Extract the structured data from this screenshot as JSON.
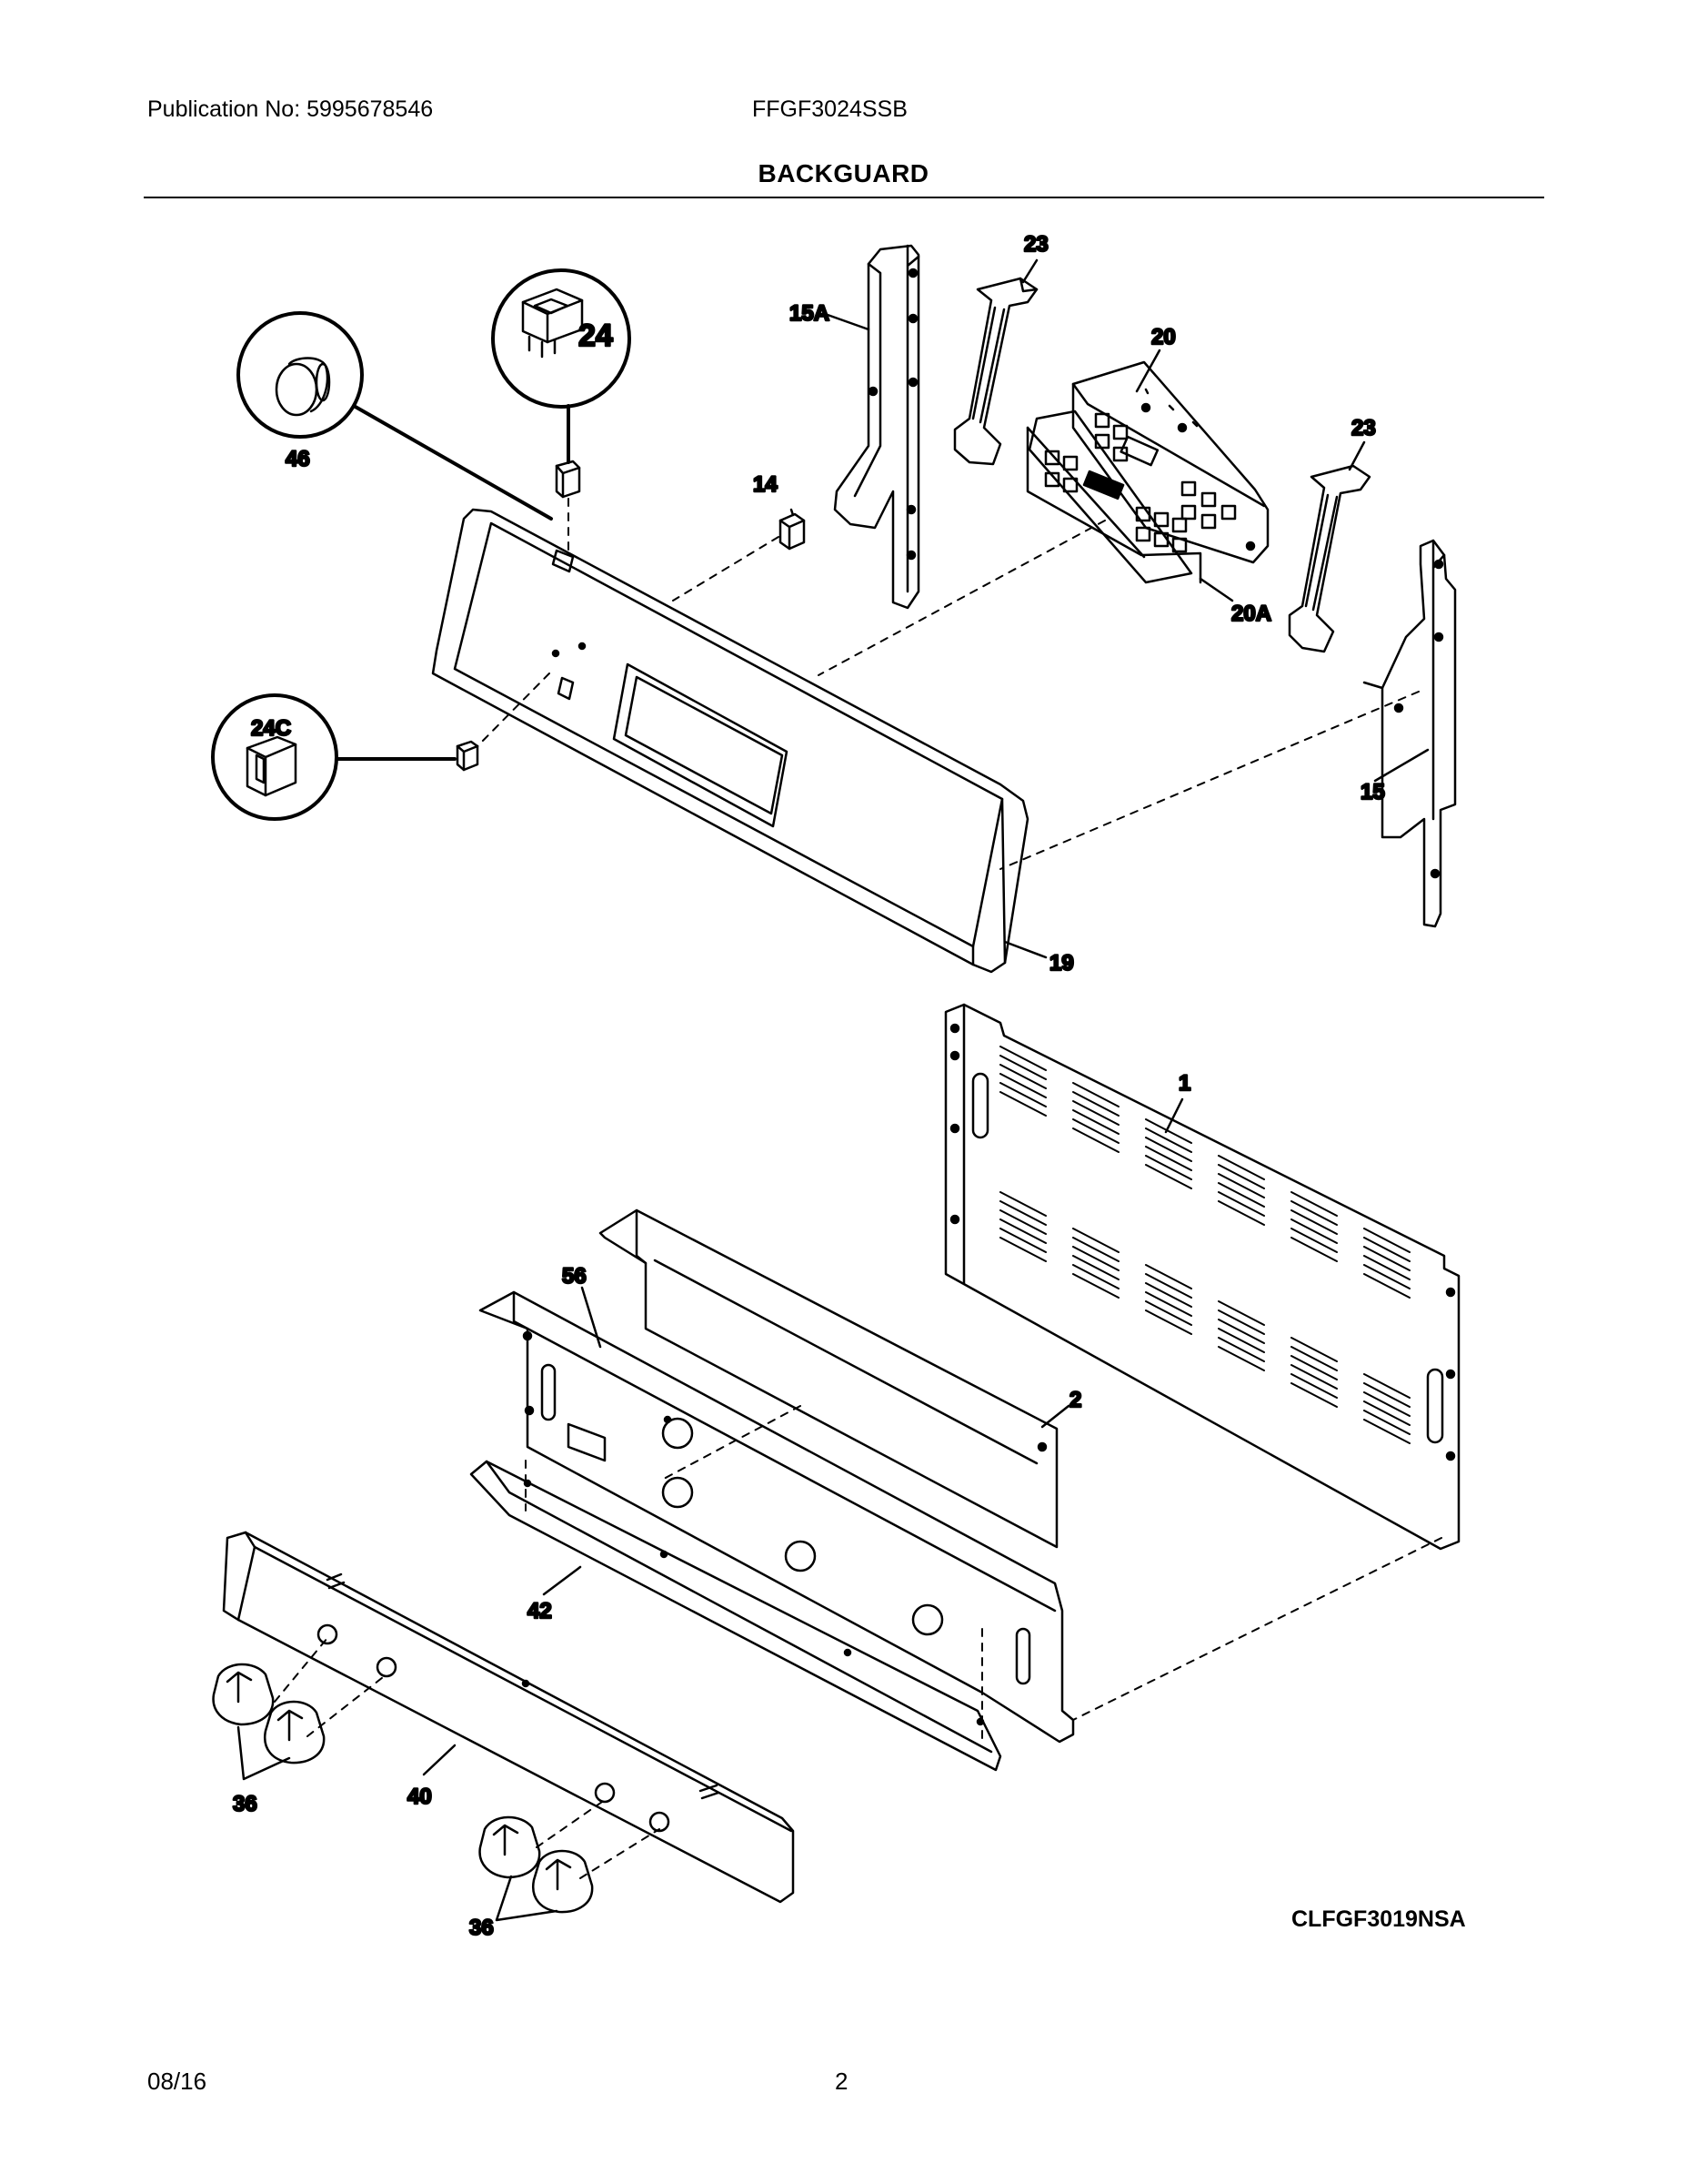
{
  "header": {
    "publication": "Publication No: 5995678546",
    "model": "FFGF3024SSB",
    "title": "BACKGUARD"
  },
  "callouts": {
    "c24": "24",
    "c46": "46",
    "c24c": "24C",
    "c14": "14",
    "c15a": "15A",
    "c23a": "23",
    "c20": "20",
    "c23b": "23",
    "c20a": "20A",
    "c15": "15",
    "c19": "19",
    "c1": "1",
    "c56": "56",
    "c2": "2",
    "c42": "42",
    "c40": "40",
    "c36a": "36",
    "c36b": "36"
  },
  "diagram_code": "CLFGF3019NSA",
  "footer": {
    "date": "08/16",
    "page": "2"
  }
}
